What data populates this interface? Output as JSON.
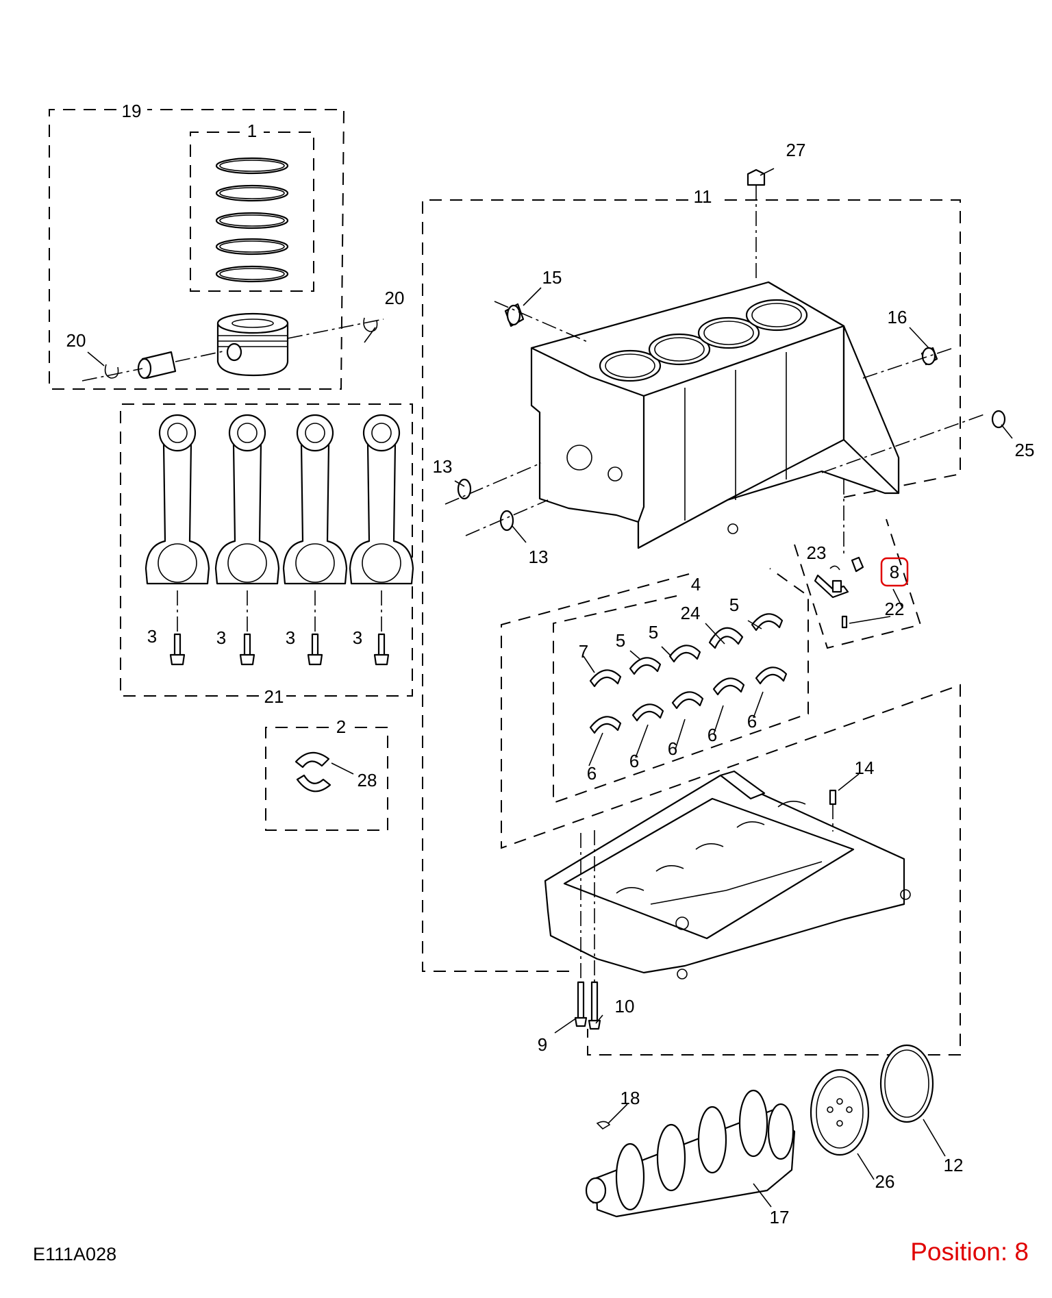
{
  "diagram": {
    "figure_code": "E111A028",
    "position_caption": "Position: 8",
    "highlight_color": "#e00000",
    "selected_callout": "8",
    "callouts": {
      "c19": "19",
      "c1": "1",
      "c20a": "20",
      "c20b": "20",
      "c27": "27",
      "c11": "11",
      "c15": "15",
      "c16": "16",
      "c25": "25",
      "c13a": "13",
      "c13b": "13",
      "c23": "23",
      "c8": "8",
      "c22": "22",
      "c4": "4",
      "c24": "24",
      "c5a": "5",
      "c5b": "5",
      "c5c": "5",
      "c7": "7",
      "c6a": "6",
      "c6b": "6",
      "c6c": "6",
      "c6d": "6",
      "c6e": "6",
      "c3a": "3",
      "c3b": "3",
      "c3c": "3",
      "c3d": "3",
      "c21": "21",
      "c2": "2",
      "c28": "28",
      "c14": "14",
      "c9": "9",
      "c10": "10",
      "c18": "18",
      "c17": "17",
      "c26": "26",
      "c12": "12"
    }
  }
}
